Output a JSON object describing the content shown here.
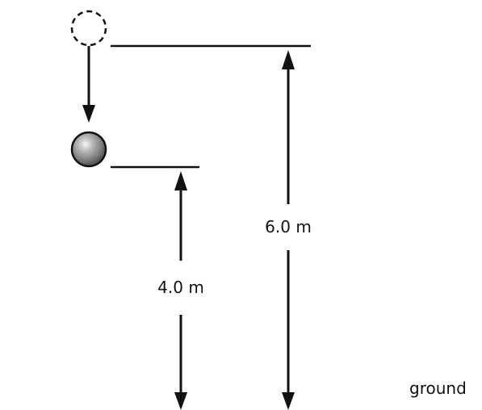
{
  "diagram": {
    "labels": {
      "short_height": "4.0 m",
      "tall_height": "6.0 m",
      "ground": "ground"
    },
    "objects": {
      "initial_ball": "dashed-circle",
      "current_ball": "gray-sphere"
    },
    "colors": {
      "line": "#111111",
      "ball_light": "#f2f2f2",
      "ball_mid": "#9a9a9a",
      "ball_dark": "#4a4a4a"
    }
  }
}
